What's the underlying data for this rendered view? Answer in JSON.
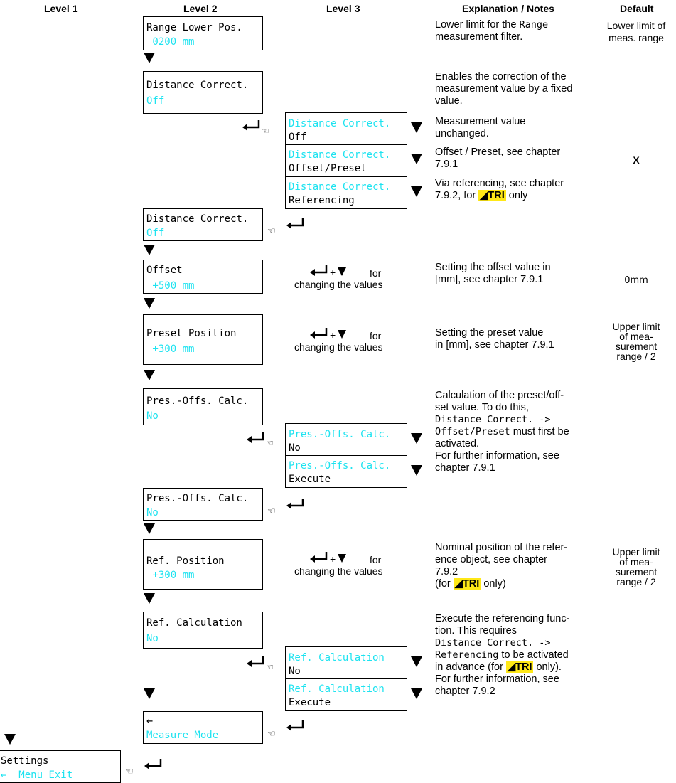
{
  "headers": {
    "level1": "Level 1",
    "level2": "Level 2",
    "level3": "Level 3",
    "notes": "Explanation / Notes",
    "default": "Default"
  },
  "tri_label": "TRI",
  "change_text_1": "for",
  "change_text_2": "changing the values",
  "plus": "+",
  "boxes": {
    "range_lower": {
      "l1": "Range Lower Pos.",
      "l2": " 0200 mm"
    },
    "dist_correct": {
      "l1": "Distance Correct.",
      "l2": "Off"
    },
    "dc_off": {
      "l1": "Distance Correct.",
      "l2": "Off"
    },
    "dc_offset": {
      "l1": "Distance Correct.",
      "l2": "Offset/Preset"
    },
    "dc_ref": {
      "l1": "Distance Correct.",
      "l2": "Referencing"
    },
    "dist_correct2": {
      "l1": "Distance Correct.",
      "l2": "Off"
    },
    "offset": {
      "l1": "Offset",
      "l2": " +500 mm"
    },
    "preset": {
      "l1": "Preset Position",
      "l2": " +300 mm"
    },
    "pres_offs": {
      "l1": "Pres.-Offs. Calc.",
      "l2": "No"
    },
    "po_no": {
      "l1": "Pres.-Offs. Calc.",
      "l2": "No"
    },
    "po_exec": {
      "l1": "Pres.-Offs. Calc.",
      "l2": "Execute"
    },
    "pres_offs2": {
      "l1": "Pres.-Offs. Calc.",
      "l2": "No"
    },
    "ref_pos": {
      "l1": "Ref. Position",
      "l2": " +300 mm"
    },
    "ref_calc": {
      "l1": "Ref. Calculation",
      "l2": "No"
    },
    "rc_no": {
      "l1": "Ref. Calculation",
      "l2": "No"
    },
    "rc_exec": {
      "l1": "Ref. Calculation",
      "l2": "Execute"
    },
    "measure_mode": {
      "l1": "←",
      "l2": "Measure Mode"
    },
    "settings": {
      "l1": "Settings",
      "l2_arrow": "←",
      "l2": "  Menu Exit"
    }
  },
  "notes": {
    "n1a": "Lower limit for the ",
    "n1b": "Range",
    "n1c": "measurement filter.",
    "n2": [
      "Enables the correction of the",
      "measurement value by a fixed",
      "value."
    ],
    "n3": [
      "Measurement value",
      "unchanged."
    ],
    "n4": [
      "Offset / Preset, see chapter",
      "7.9.1"
    ],
    "n5a": "Via referencing, see chapter",
    "n5b": "7.9.2, for ",
    "n5c": " only",
    "n6": [
      "Setting the offset value in",
      "[mm], see chapter 7.9.1"
    ],
    "n7": [
      "Setting the preset value",
      "in [mm], see chapter 7.9.1"
    ],
    "n8a": "Calculation of the preset/off-",
    "n8b": "set value. To do this,",
    "n8c": "Distance Correct. ->",
    "n8d": "Offset/Preset",
    "n8e": " must first be",
    "n8f": "activated.",
    "n8g": "For further information, see",
    "n8h": "chapter 7.9.1",
    "n9a": "Nominal position of the refer-",
    "n9b": "ence object, see chapter",
    "n9c": "7.9.2",
    "n9d": "(for ",
    "n9e": " only)",
    "n10a": "Execute the referencing func-",
    "n10b": "tion. This requires",
    "n10c": "Distance Correct. ->",
    "n10d": "Referencing",
    "n10e": " to be activated",
    "n10f": "in advance (for ",
    "n10g": " only).",
    "n10h": "For further information, see",
    "n10i": "chapter 7.9.2"
  },
  "defaults": {
    "d1": [
      "Lower limit of",
      "meas. range"
    ],
    "d2": "X",
    "d3": "0mm",
    "d4": [
      "Upper limit",
      "of mea-",
      "surement",
      "range / 2"
    ],
    "d5": [
      "Upper limit",
      "of mea-",
      "surement",
      "range / 2"
    ]
  }
}
